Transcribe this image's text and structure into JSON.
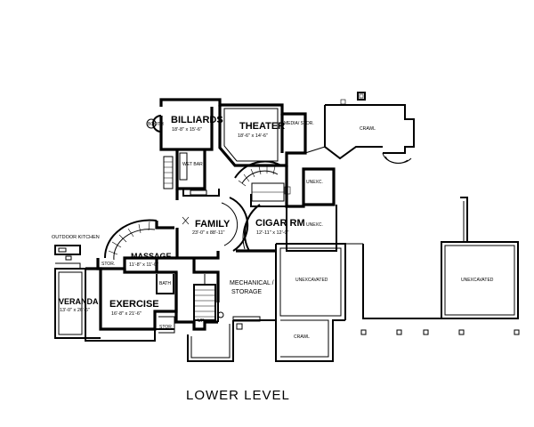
{
  "title": "LOWER LEVEL",
  "rooms": {
    "billiards": {
      "name": "BILLIARDS",
      "dims": "18'-8\" x 15'-6\""
    },
    "booth": {
      "name": "BOOTH"
    },
    "theater": {
      "name": "THEATER",
      "dims": "18'-6\" x 14'-6\""
    },
    "media_stor": {
      "name": "MEDIA/ STOR."
    },
    "crawl_top": {
      "name": "CRAWL"
    },
    "wet_bar": {
      "name": "WET BAR"
    },
    "unexc_1": {
      "name": "UNEXC."
    },
    "unexc_2": {
      "name": "UNEXC."
    },
    "family": {
      "name": "FAMILY",
      "dims": "23'-0\" x 88'-11\""
    },
    "cigar_rm": {
      "name": "CIGAR RM",
      "dims": "12'-11\" x 12'-0\""
    },
    "outdoor_kitchen": {
      "name": "OUTDOOR KITCHEN"
    },
    "stor_1": {
      "name": "STOR."
    },
    "massage": {
      "name": "MASSAGE",
      "dims": "11'-8\" x 11'-0\""
    },
    "bath": {
      "name": "BATH"
    },
    "veranda": {
      "name": "VERANDA",
      "dims": "13'-0\" x 26'-6\""
    },
    "exercise": {
      "name": "EXERCISE",
      "dims": "16'-8\" x 21'-6\""
    },
    "stor_2": {
      "name": "STOR."
    },
    "mechanical": {
      "name": "MECHANICAL /",
      "name2": "STORAGE"
    },
    "unexcavated_1": {
      "name": "UNEXCAVATED"
    },
    "unexcavated_2": {
      "name": "UNEXCAVATED"
    },
    "crawl_bottom": {
      "name": "CRAWL"
    },
    "up": {
      "name": "UP"
    }
  }
}
